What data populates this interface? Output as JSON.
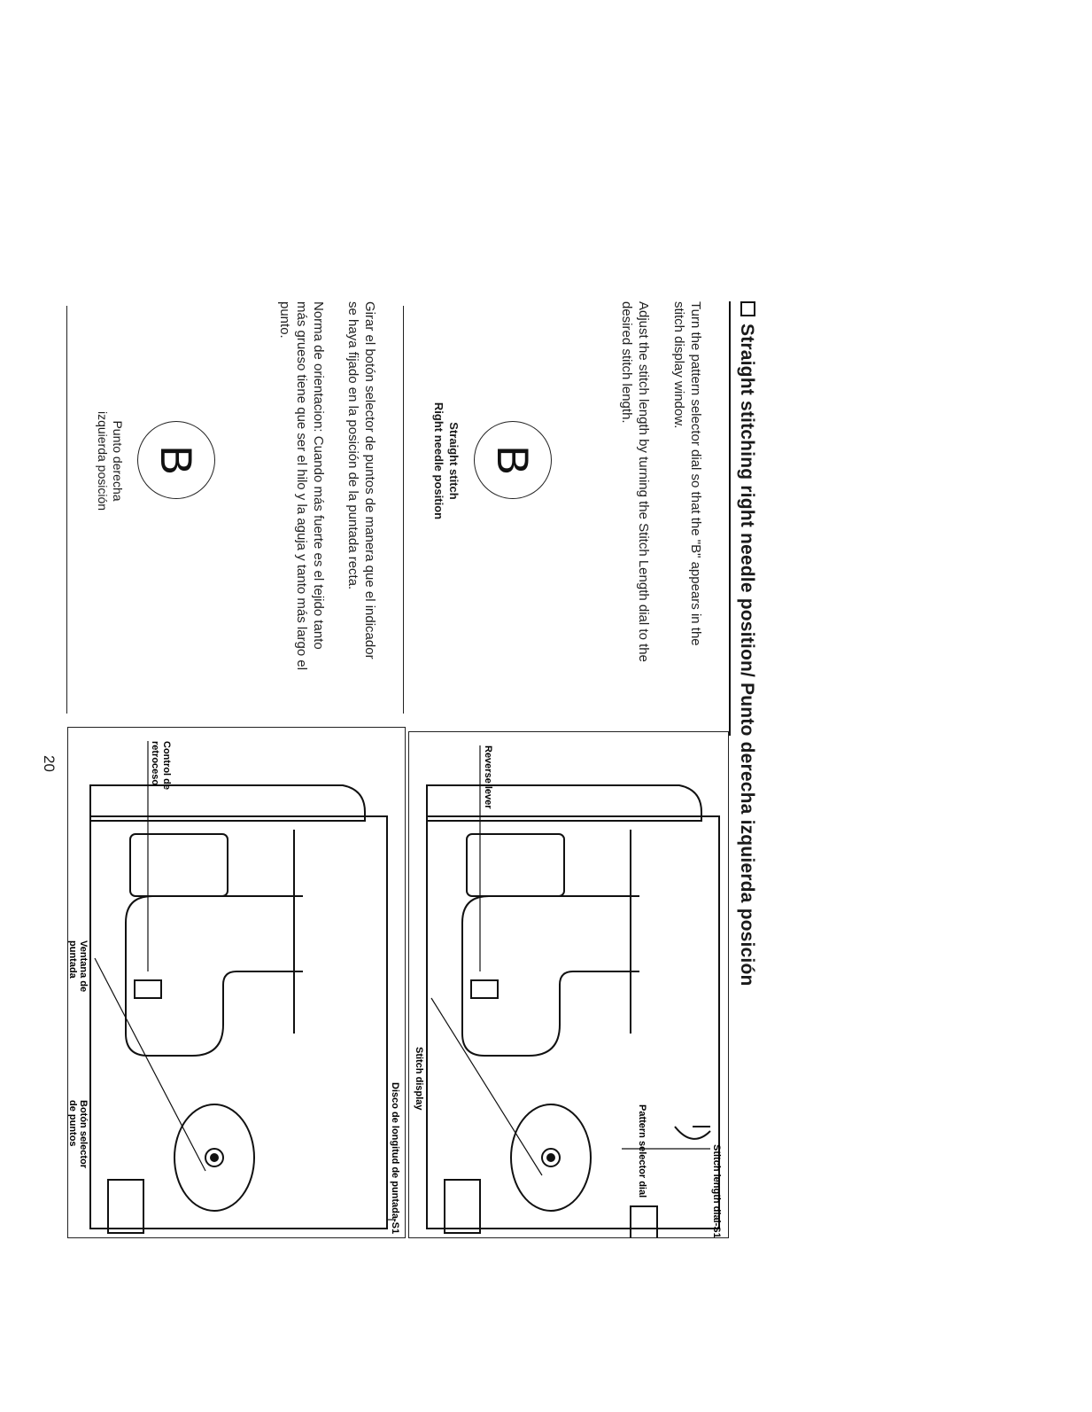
{
  "title": "Straight stitching right needle position/ Punto derecha izquierda posición",
  "english": {
    "p1": "Turn the pattern selector dial so that the \"B\" appears in the stitch display window.",
    "p2": "Adjust the stitch length by turning the Stitch Length dial to the desired stitch length.",
    "badge": "B",
    "caption_line1": "Straight stitch",
    "caption_line2": "Right needle position"
  },
  "spanish": {
    "p1": "Girar el botón selector de puntos de manera que el indicador se haya fijado en la posición de la puntada recta.",
    "p2": "Norma de orientacion: Cuando más fuerte es el tejido tanto más grueso tiene que ser el hilo y la aguja y tanto más largo el punto.",
    "badge": "B",
    "caption_line1": "Punto derecha",
    "caption_line2": "izquierda posición"
  },
  "figure_en": {
    "reverse_lever": "Reverse lever",
    "stitch_length_dial": "Stitch length dial-S1",
    "stitch_display": "Stitch display",
    "pattern_selector_dial": "Pattern selector dial"
  },
  "figure_es": {
    "control_line1": "Control de",
    "control_line2": "retroceso",
    "disco": "Disco de longitud de puntada-S1",
    "ventana_line1": "Ventana de",
    "ventana_line2": "puntada",
    "boton_line1": "Botón selector",
    "boton_line2": "de puntos"
  },
  "page_number": "20"
}
